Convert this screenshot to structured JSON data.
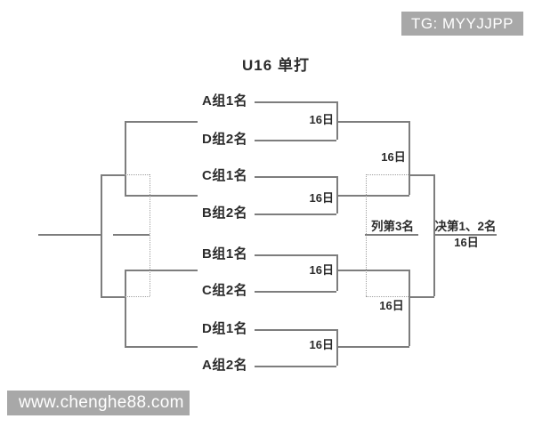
{
  "title": "U16 单打",
  "overlays": {
    "tg_badge": "TG: MYYJJPP",
    "site_watermark": "www.chenghe88.com"
  },
  "colors": {
    "line": "#7d7d7d",
    "dotted_line": "#a0a0a0",
    "text": "#2b2b2b",
    "watermark_bg": "#a8a8a8",
    "watermark_text": "#ffffff"
  },
  "bracket": {
    "entries": [
      {
        "label": "A组1名"
      },
      {
        "label": "D组2名"
      },
      {
        "label": "C组1名"
      },
      {
        "label": "B组2名"
      },
      {
        "label": "B组1名"
      },
      {
        "label": "C组2名"
      },
      {
        "label": "D组1名"
      },
      {
        "label": "A组2名"
      }
    ],
    "round1": [
      {
        "date": "16日"
      },
      {
        "date": "16日"
      },
      {
        "date": "16日"
      },
      {
        "date": "16日"
      }
    ],
    "semifinals": [
      {
        "date": "16日"
      },
      {
        "date": "16日"
      }
    ],
    "third_place": {
      "label": "列第3名"
    },
    "final": {
      "label": "决第1、2名",
      "date": "16日"
    }
  }
}
